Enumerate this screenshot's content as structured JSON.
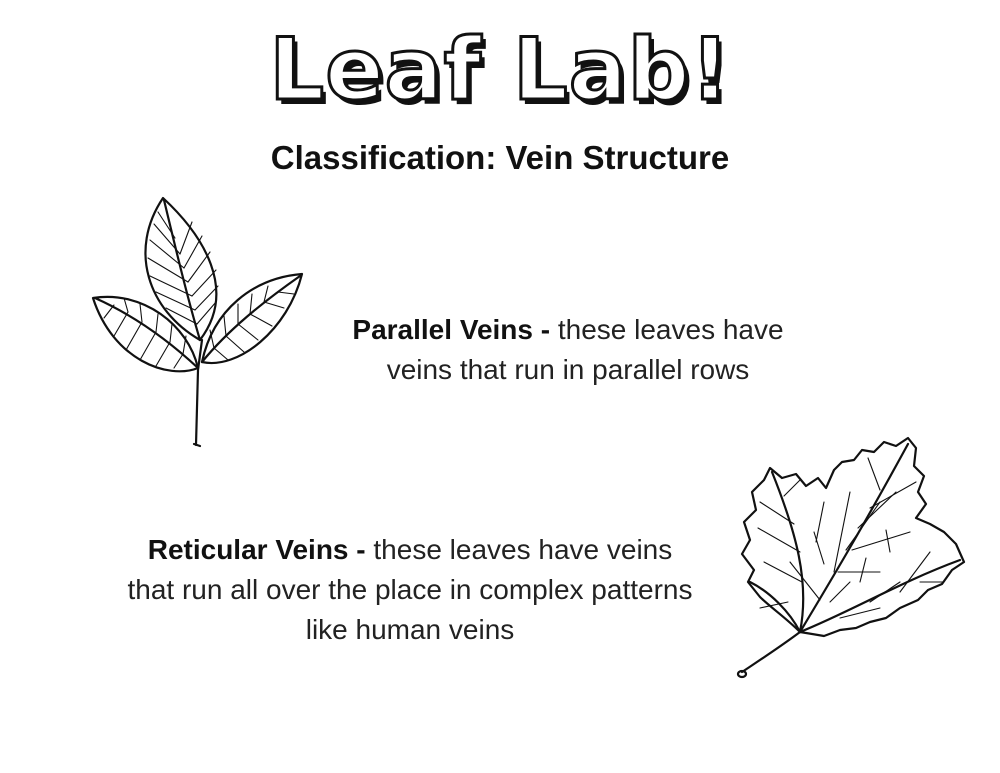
{
  "header": {
    "title": "Leaf Lab!",
    "subtitle": "Classification: Vein Structure"
  },
  "parallel": {
    "term": "Parallel Veins -",
    "description_line1": "these leaves have",
    "description_line2": "veins that run in parallel rows"
  },
  "reticular": {
    "term": "Reticular Veins -",
    "description_line1": "these leaves have veins",
    "description_line2": "that run all over the place in complex patterns",
    "description_line3": "like human veins"
  },
  "illustrations": {
    "left_icon": "three-leaf-sprig-icon",
    "right_icon": "maple-leaf-icon"
  }
}
